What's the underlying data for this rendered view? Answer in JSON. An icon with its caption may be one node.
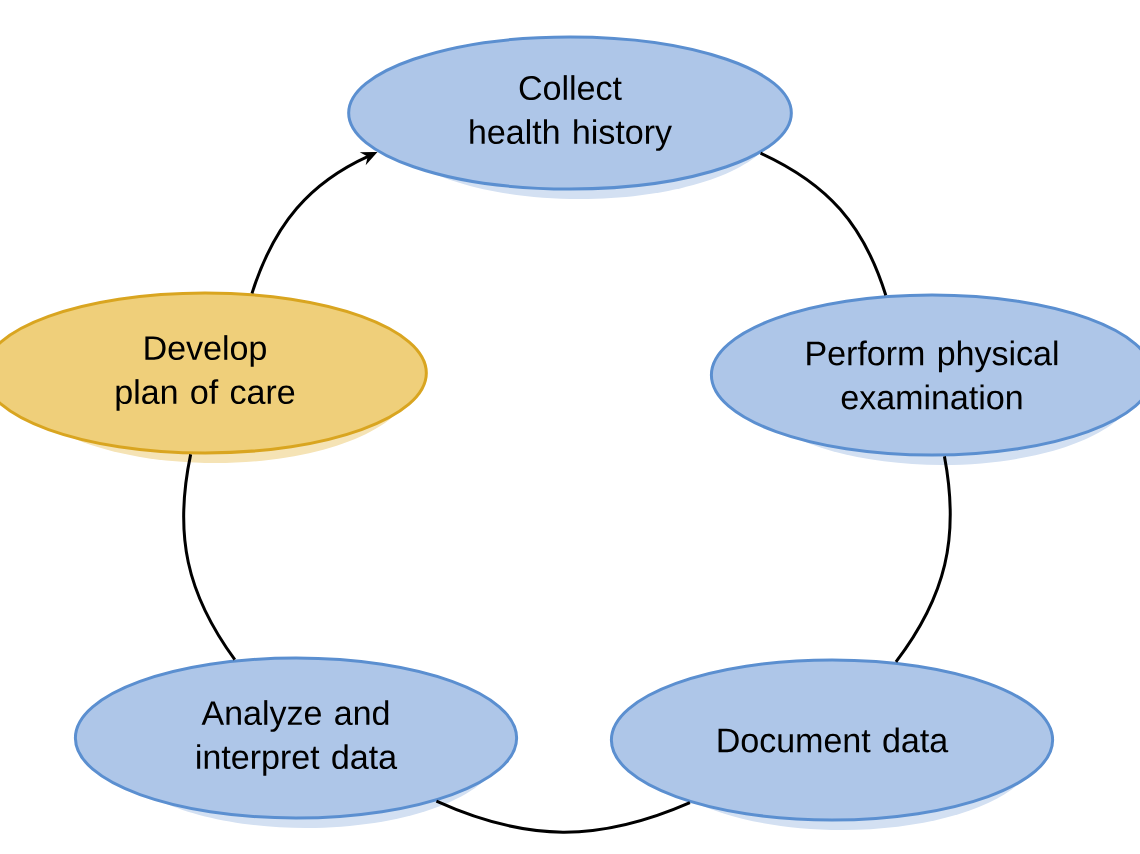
{
  "diagram": {
    "nodes": [
      {
        "text": [
          "Collect health history"
        ]
      },
      {
        "text": [
          "Develop plan of care"
        ]
      },
      {
        "text": [
          "Perform physical examination"
        ]
      },
      {
        "text": [
          "Analyze and interpret data"
        ]
      },
      {
        "text": [
          "Document data"
        ]
      }
    ],
    "edges": [
      {
        "from": 0,
        "to": 2,
        "arrow": "none"
      },
      {
        "from": 2,
        "to": 4,
        "arrow": "none"
      },
      {
        "from": 4,
        "to": 3,
        "arrow": "none"
      },
      {
        "from": 3,
        "to": 1,
        "arrow": "none"
      },
      {
        "from": 1,
        "to": 0,
        "arrow": "to"
      }
    ]
  }
}
